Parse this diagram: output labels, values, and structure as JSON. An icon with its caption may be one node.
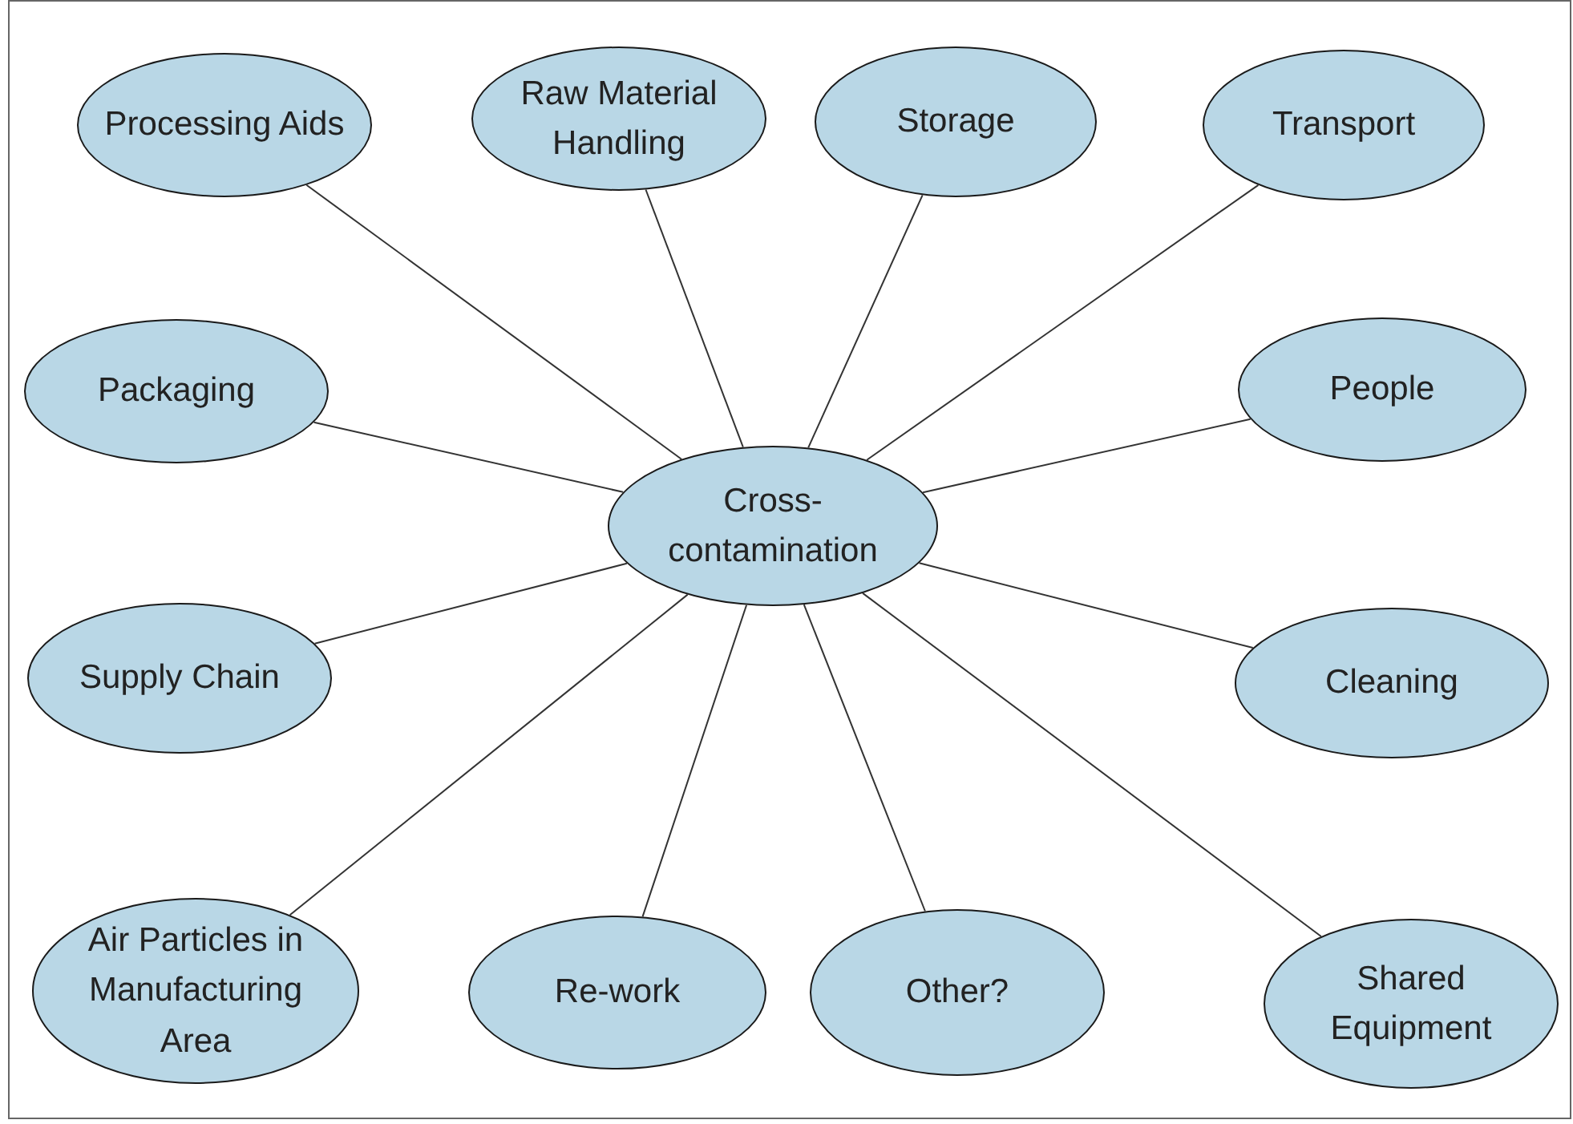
{
  "diagram": {
    "nodes": [
      {
        "text": [
          "Processing Aids"
        ]
      },
      {
        "text": [
          "Raw Material Handling"
        ]
      },
      {
        "text": [
          "Storage"
        ]
      },
      {
        "text": [
          "Transport"
        ]
      },
      {
        "text": [
          "Packaging"
        ]
      },
      {
        "text": [
          "People"
        ]
      },
      {
        "text": [
          "Cross-contamination"
        ]
      },
      {
        "text": [
          "Supply Chain"
        ]
      },
      {
        "text": [
          "Cleaning"
        ]
      },
      {
        "text": [
          "Air Particles in Manufacturing Area"
        ]
      },
      {
        "text": [
          "Re-work"
        ]
      },
      {
        "text": [
          "Other?"
        ]
      },
      {
        "text": [
          "Shared Equipment"
        ]
      }
    ],
    "edges": [
      {
        "from": 6,
        "to": 0,
        "arrow": "none"
      },
      {
        "from": 6,
        "to": 1,
        "arrow": "none"
      },
      {
        "from": 6,
        "to": 2,
        "arrow": "none"
      },
      {
        "from": 6,
        "to": 3,
        "arrow": "none"
      },
      {
        "from": 6,
        "to": 4,
        "arrow": "none"
      },
      {
        "from": 6,
        "to": 5,
        "arrow": "none"
      },
      {
        "from": 6,
        "to": 7,
        "arrow": "none"
      },
      {
        "from": 6,
        "to": 8,
        "arrow": "none"
      },
      {
        "from": 6,
        "to": 9,
        "arrow": "none"
      },
      {
        "from": 6,
        "to": 10,
        "arrow": "none"
      },
      {
        "from": 6,
        "to": 11,
        "arrow": "none"
      },
      {
        "from": 6,
        "to": 12,
        "arrow": "none"
      }
    ]
  }
}
